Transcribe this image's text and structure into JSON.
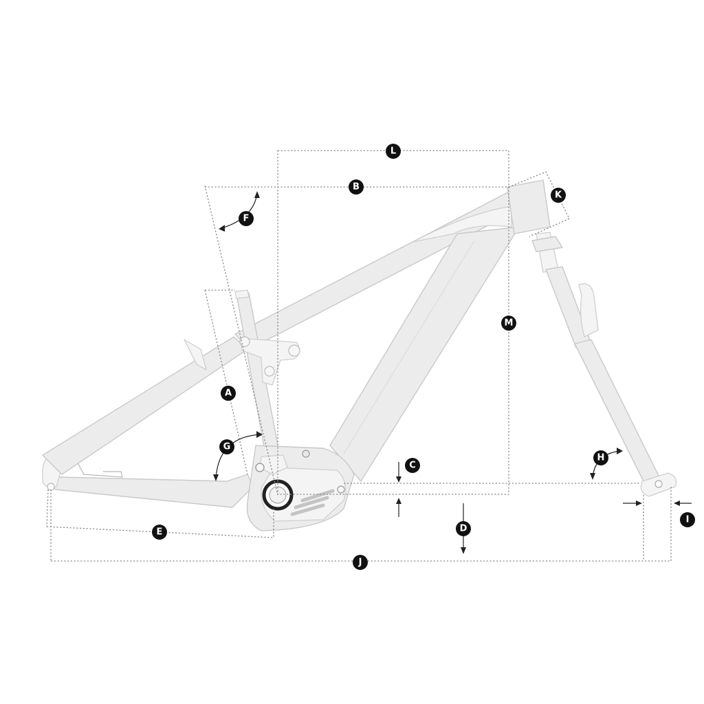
{
  "labels": [
    "A",
    "B",
    "C",
    "D",
    "E",
    "F",
    "G",
    "H",
    "I",
    "J",
    "K",
    "L",
    "M"
  ]
}
